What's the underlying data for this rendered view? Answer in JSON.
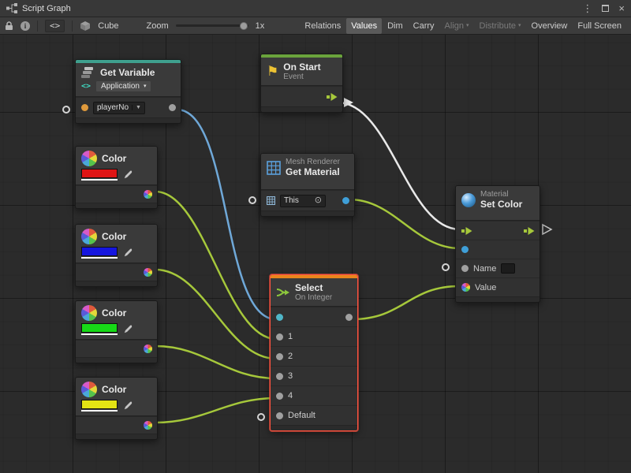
{
  "window": {
    "title": "Script Graph"
  },
  "toolbar": {
    "object_name": "Cube",
    "zoom_label": "Zoom",
    "zoom_value": "1x",
    "buttons": [
      {
        "label": "Relations",
        "state": "normal"
      },
      {
        "label": "Values",
        "state": "active"
      },
      {
        "label": "Dim",
        "state": "normal"
      },
      {
        "label": "Carry",
        "state": "normal"
      },
      {
        "label": "Align",
        "state": "disabled",
        "has_dropdown": true
      },
      {
        "label": "Distribute",
        "state": "disabled",
        "has_dropdown": true
      },
      {
        "label": "Overview",
        "state": "normal"
      },
      {
        "label": "Full Screen",
        "state": "normal"
      }
    ]
  },
  "nodes": {
    "get_variable": {
      "title": "Get Variable",
      "scope": "Application",
      "variable": "playerNo"
    },
    "on_start": {
      "title": "On Start",
      "subtitle": "Event"
    },
    "colors": [
      {
        "title": "Color",
        "swatch": "#df1515"
      },
      {
        "title": "Color",
        "swatch": "#1515df"
      },
      {
        "title": "Color",
        "swatch": "#17d917"
      },
      {
        "title": "Color",
        "swatch": "#e4e414"
      }
    ],
    "get_material": {
      "component": "Mesh Renderer",
      "title": "Get Material",
      "target": "This"
    },
    "select": {
      "title": "Select",
      "subtitle": "On Integer",
      "rows": [
        "1",
        "2",
        "3",
        "4",
        "Default"
      ]
    },
    "set_color": {
      "component": "Material",
      "title": "Set Color",
      "name_label": "Name",
      "value_label": "Value"
    }
  },
  "icons": {
    "caret_down": "▼",
    "caret_small": "▾",
    "menu_dots": "⋮",
    "close": "×",
    "target_picker": "⊙",
    "code_brackets": "<>",
    "flag": "⚑",
    "info": "i"
  },
  "theme": {
    "accent_variable": "#3fa08e",
    "accent_event": "#6aa33c",
    "accent_select": "#e8851c",
    "selection_outline": "#ff5340",
    "wire_flow": "#e9e9e9",
    "wire_value": "#a6c83b",
    "wire_variable": "#6fa8d8",
    "port_orange": "#e09a3c",
    "port_blue": "#3f9fd8",
    "port_cyan": "#4fb6c8"
  }
}
